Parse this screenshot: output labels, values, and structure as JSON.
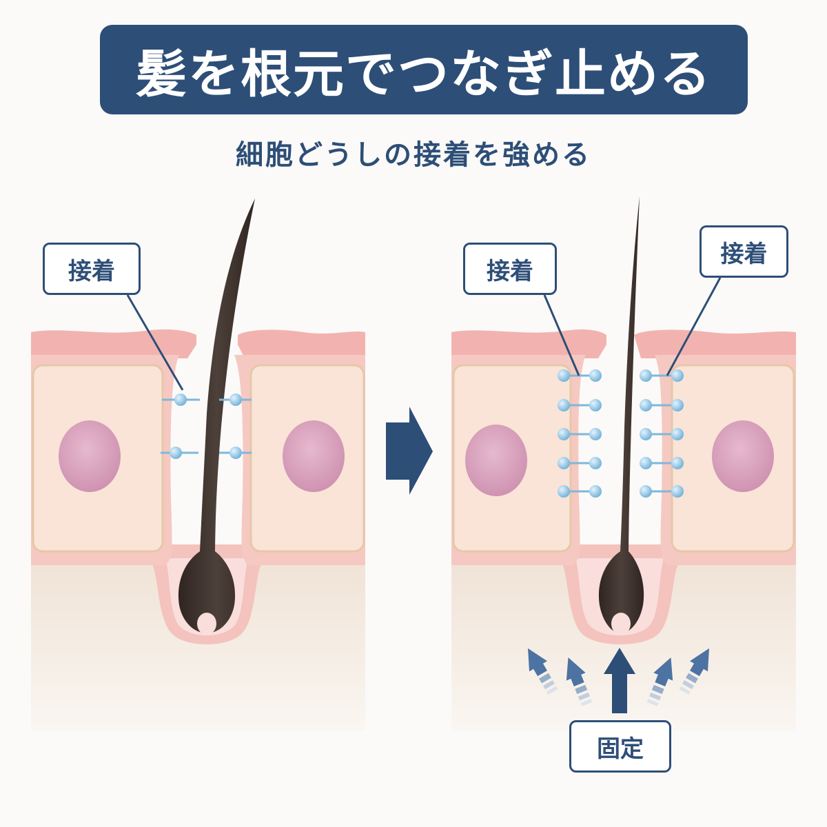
{
  "title": "髪を根元でつなぎ止める",
  "subtitle": "細胞どうしの接着を強める",
  "labels": {
    "adhesion_left": "接着",
    "adhesion_right_a": "接着",
    "adhesion_right_b": "接着",
    "fixation": "固定"
  },
  "icons": {
    "transition": "arrow-right-icon",
    "fixation_arrows": "arrow-up-icon"
  },
  "colors": {
    "brand_navy": "#2d4e77",
    "skin_pink": "#f2b6b2",
    "cell_fill": "#f9e3d6",
    "nucleus": "#d9a6bf",
    "hair": "#3f342f",
    "adhesion_molecule": "#8ec5e6"
  }
}
